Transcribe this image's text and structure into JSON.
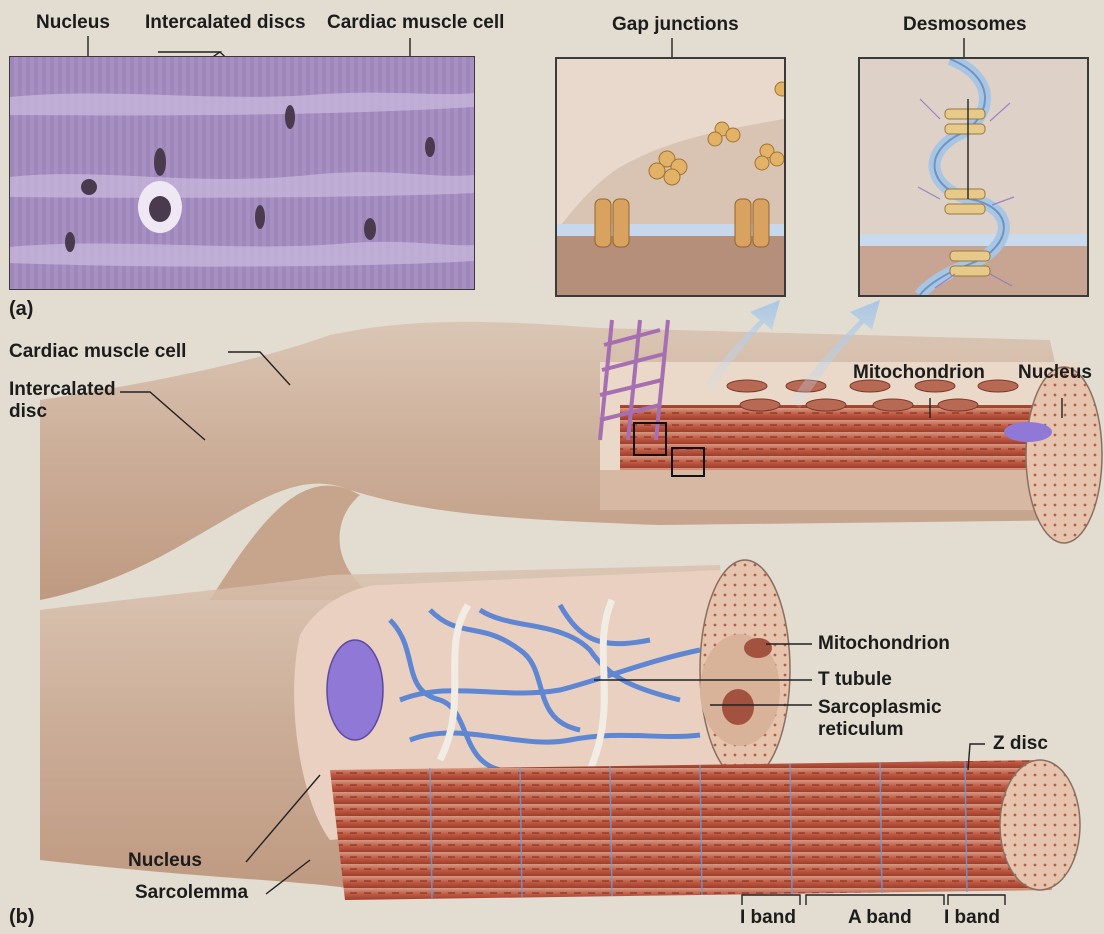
{
  "panel_a": {
    "tag": "(a)",
    "labels": {
      "nucleus": "Nucleus",
      "intercalated_discs": "Intercalated discs",
      "cardiac_muscle_cell": "Cardiac muscle cell"
    }
  },
  "insets": {
    "gap_junctions": "Gap junctions",
    "desmosomes": "Desmosomes"
  },
  "panel_b": {
    "tag": "(b)",
    "labels": {
      "cardiac_muscle_cell": "Cardiac muscle cell",
      "intercalated_disc": "Intercalated\ndisc",
      "mitochondrion_top": "Mitochondrion",
      "nucleus_top": "Nucleus",
      "mitochondrion": "Mitochondrion",
      "t_tubule": "T tubule",
      "sarcoplasmic_reticulum": "Sarcoplasmic\nreticulum",
      "z_disc": "Z disc",
      "nucleus": "Nucleus",
      "sarcolemma": "Sarcolemma",
      "i_band_left": "I band",
      "a_band": "A band",
      "i_band_right": "I band"
    }
  },
  "colors": {
    "background": "#e2dcd1",
    "micrograph": "#a88fc0",
    "muscle": "#c9a48a",
    "myofibril": "#b44a32",
    "sr_network": "#4f7fd6",
    "nucleus": "#8f78d6",
    "arrow": "#a8c8e8"
  }
}
